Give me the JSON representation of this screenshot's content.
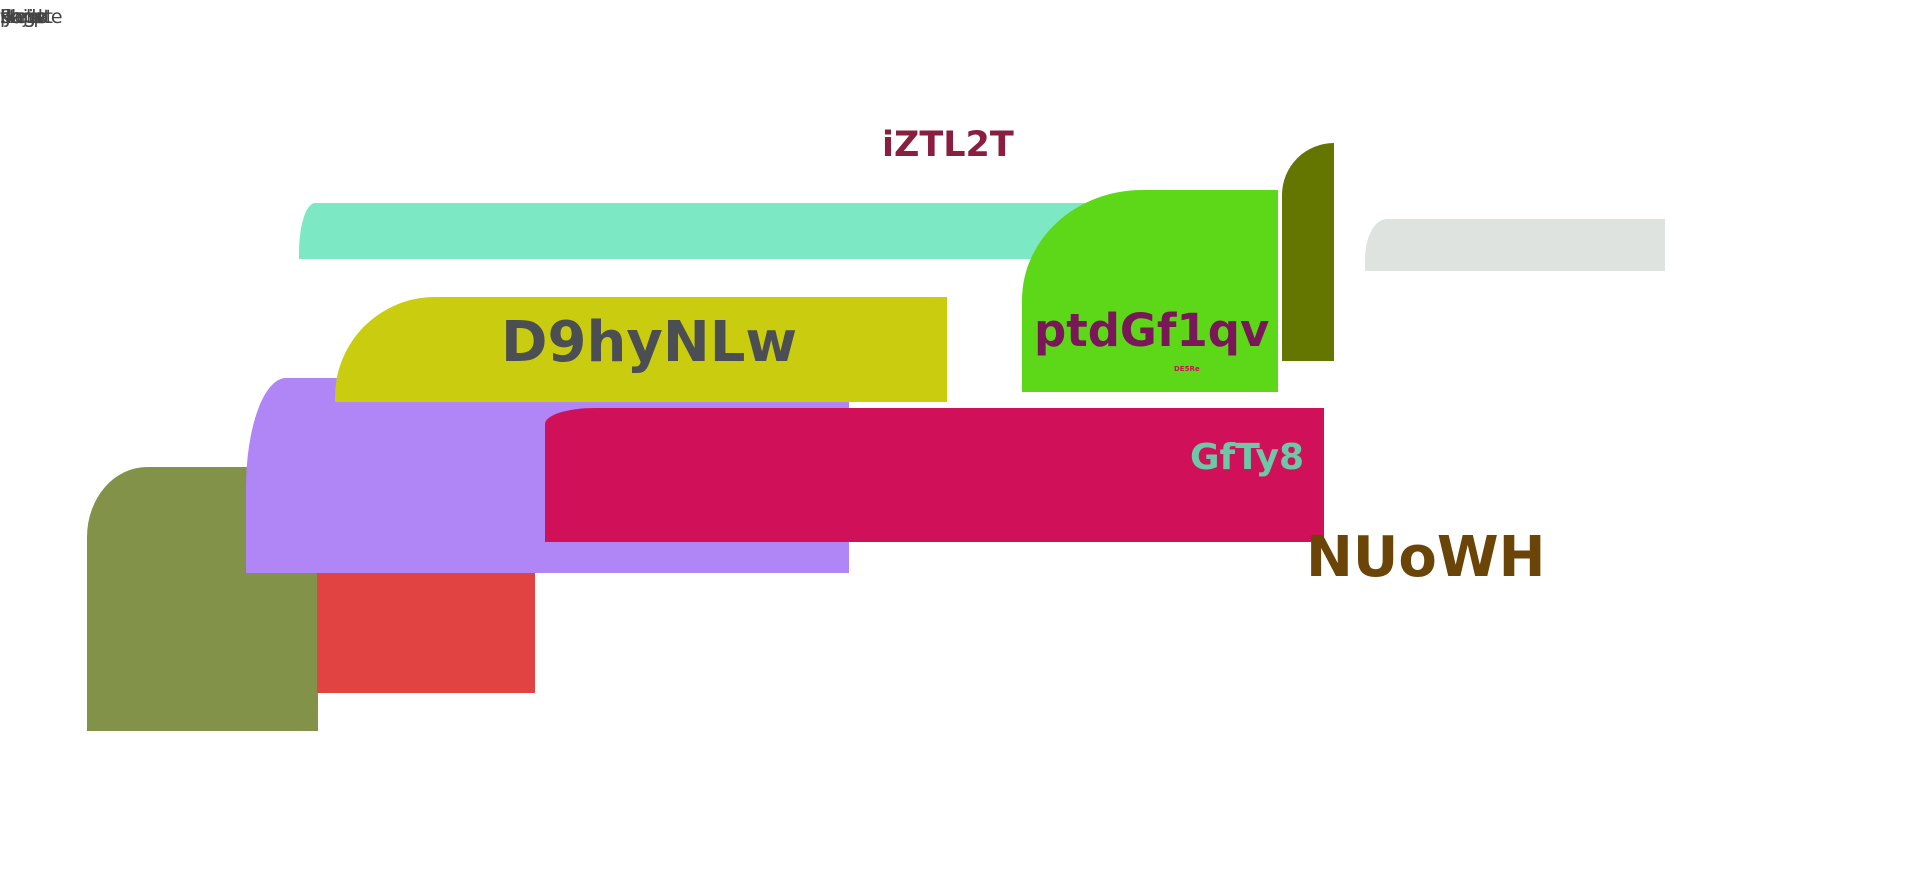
{
  "overlap_texts": [
    "Hello",
    "flag",
    "kiosk",
    "page",
    "script",
    "lJhjiste"
  ],
  "labels": {
    "title": "iZTL2T",
    "olive_box": "D9hyNLw",
    "green_box": "ptdGf1qv",
    "green_small": "DE5Re",
    "magenta_box": "GfTy8",
    "free_label": "NUoWH"
  },
  "colors": {
    "mint": "#7de9c4",
    "lime": "#5dd819",
    "dark_olive": "#647500",
    "pale_gray": "#dee3df",
    "yellow_olive": "#cacc0f",
    "lavender": "#b085f6",
    "magenta": "#d0115a",
    "moss": "#829349",
    "red": "#e04342",
    "title_color": "#8a1e3e",
    "gray_text": "#4b4f54",
    "purple_text": "#7a1758",
    "teal_text": "#6cc8a6",
    "brown_text": "#6b4508"
  }
}
